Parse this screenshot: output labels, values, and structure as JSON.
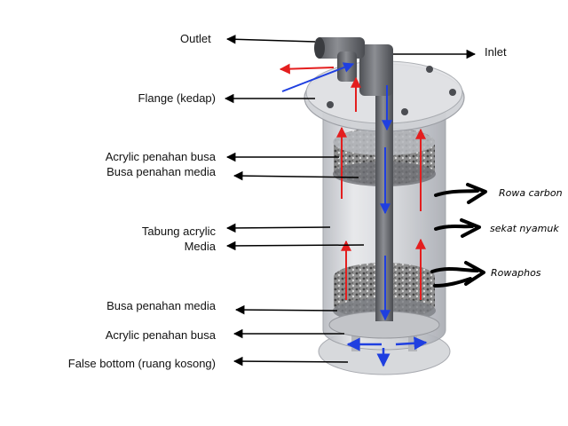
{
  "labels": {
    "outlet": "Outlet",
    "inlet": "Inlet",
    "flange": "Flange (kedap)",
    "acrylic_top": "Acrylic penahan busa",
    "busa_top": "Busa penahan media",
    "tabung": "Tabung acrylic",
    "media": "Media",
    "busa_bottom": "Busa penahan media",
    "acrylic_bottom": "Acrylic penahan busa",
    "false_bottom": "False bottom (ruang kosong)"
  },
  "handwritten": {
    "rowa_carbon": "Rowa carbon",
    "sekat_nyamuk": "sekat nyamuk",
    "rowaphos": "Rowaphos"
  },
  "colors": {
    "flow_up": "#e41e1e",
    "flow_down": "#1f3fe0",
    "pointer": "#000000",
    "acrylic": "#c9cbd0",
    "pipe": "#6d6f74",
    "media": "#7a7a7a"
  }
}
